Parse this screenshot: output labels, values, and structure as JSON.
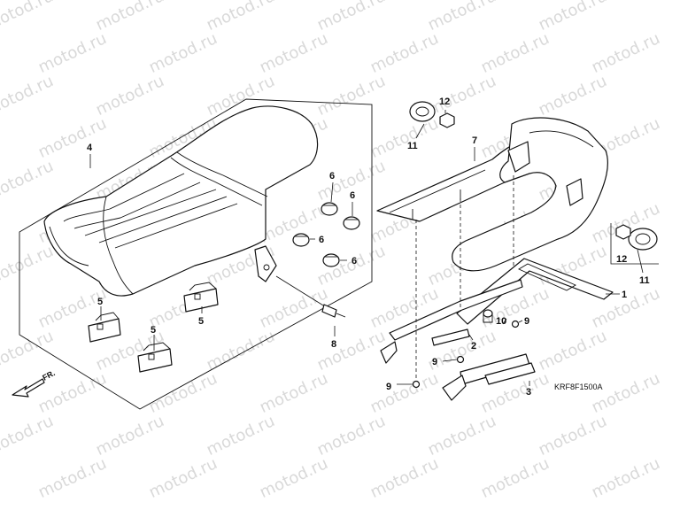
{
  "diagram": {
    "watermark": "motod.ru",
    "drawing_code": "KRF8F1500A",
    "direction_label": "FR.",
    "callouts": {
      "seat": "4",
      "seat_rubber_a": "6",
      "seat_rubber_b": "6",
      "seat_rubber_c": "6",
      "seat_rubber_d": "6",
      "block_a": "5",
      "block_b": "5",
      "block_c": "5",
      "seat_bolt": "8",
      "cover_left": "7",
      "grommet_left": "11",
      "nut_left": "12",
      "grommet_right": "11",
      "nut_right": "12",
      "rail_right": "1",
      "rail_left": "2",
      "bracket_plate": "3",
      "collar": "10",
      "screw_a": "9",
      "screw_b": "9",
      "screw_c": "9"
    }
  }
}
